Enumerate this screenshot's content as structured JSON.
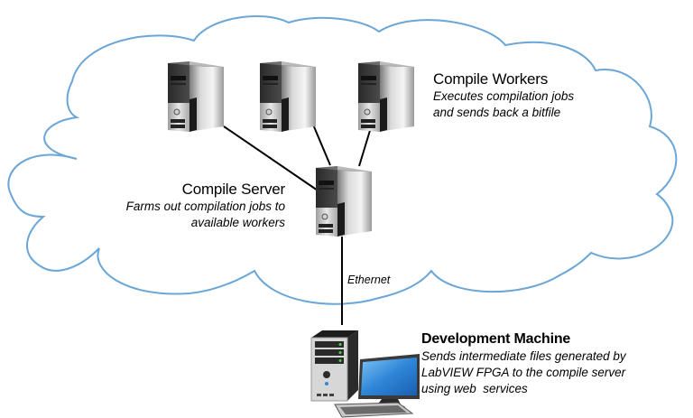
{
  "nodes": {
    "workers": {
      "title": "Compile Workers",
      "description_lines": [
        "Executes compilation jobs",
        "and sends back a bitfile"
      ]
    },
    "server": {
      "title": "Compile Server",
      "description_lines": [
        "Farms out compilation jobs to",
        "available workers"
      ]
    },
    "dev_machine": {
      "title": "Development Machine",
      "description_lines": [
        "Sends intermediate files generated by",
        "LabVIEW FPGA to the compile server",
        "using web  services"
      ]
    }
  },
  "links": {
    "ethernet_label": "Ethernet"
  },
  "icons": {
    "worker_1": "server-tower-icon",
    "worker_2": "server-tower-icon",
    "worker_3": "server-tower-icon",
    "server": "server-tower-icon",
    "dev_machine": "desktop-computer-icon",
    "network": "cloud-icon"
  },
  "colors": {
    "cloud_outline": "#6aa6d6",
    "link": "#000000",
    "monitor_screen": "#2f86d8"
  }
}
